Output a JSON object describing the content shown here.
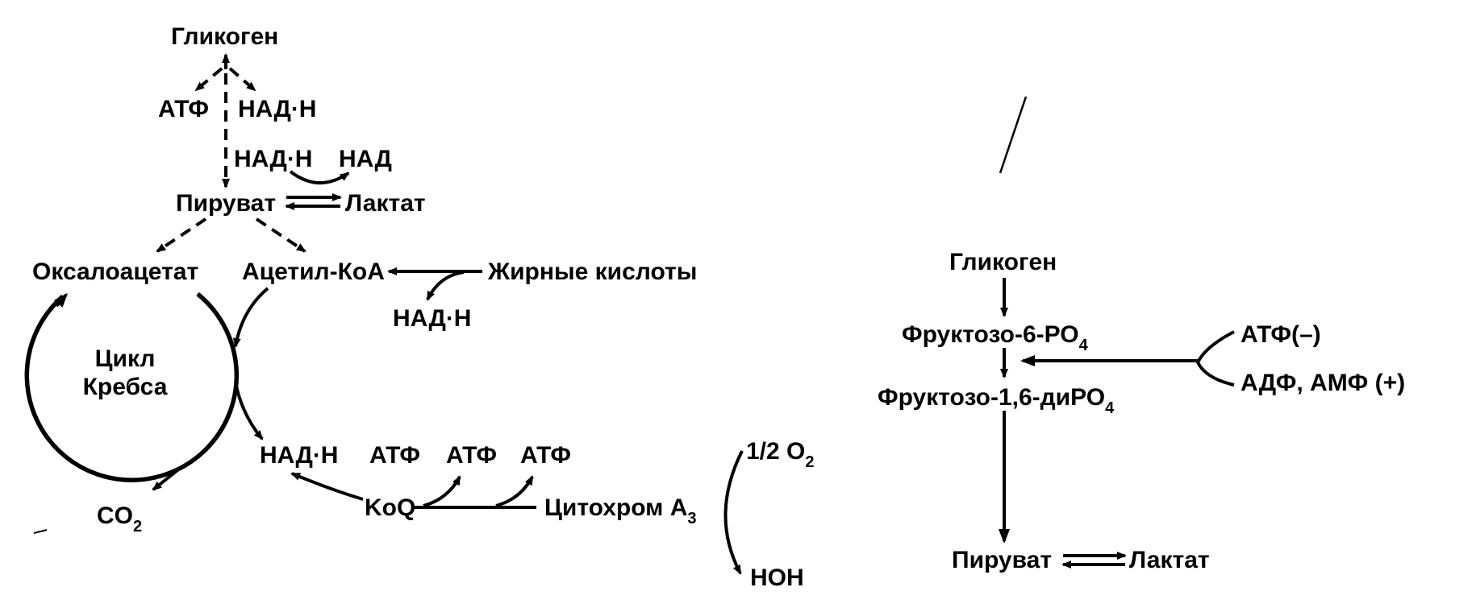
{
  "left": {
    "glycogen": "Гликоген",
    "atp_top": "АТФ",
    "nadh_top": "НАД·Н",
    "nadh_mid": "НАД·Н",
    "nad_mid": "НАД",
    "pyruvate": "Пируват",
    "lactate": "Лактат",
    "oxaloacetate": "Оксалоацетат",
    "acetyl_coa": "Ацетил-КоА",
    "fatty_acids": "Жирные  кислоты",
    "nadh_fatty": "НАД·Н",
    "krebs_line1": "Цикл",
    "krebs_line2": "Кребса",
    "co2": "CO",
    "co2_sub": "2",
    "nadh_chain": "НАД·Н",
    "atp1": "АТФ",
    "atp2": "АТФ",
    "atp3": "АТФ",
    "koq": "KoQ",
    "cytochrome": "Цитохром  А",
    "cytochrome_sub": "3",
    "half_o2": "1/2  O",
    "half_o2_sub": "2",
    "water": "НОН"
  },
  "right": {
    "glycogen": "Гликоген",
    "f6p": "Фруктозо-6-РО",
    "f6p_sub": "4",
    "f16dp": "Фруктозо-1,6-диРО",
    "f16dp_sub": "4",
    "atp_minus": "АТФ(–)",
    "adp_amp_plus": "АДФ,  АМФ  (+)",
    "pyruvate": "Пируват",
    "lactate": "Лактат"
  }
}
